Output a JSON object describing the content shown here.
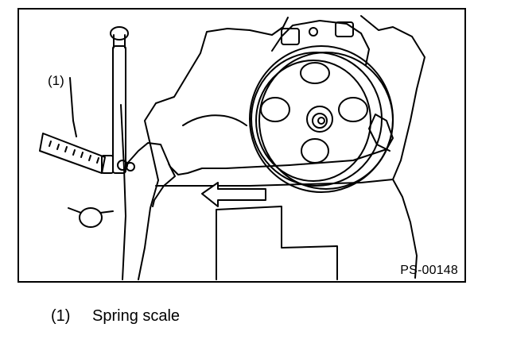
{
  "figure": {
    "callout_label": "(1)",
    "figure_code": "PS-00148"
  },
  "caption": {
    "number": "(1)",
    "text": "Spring scale"
  }
}
